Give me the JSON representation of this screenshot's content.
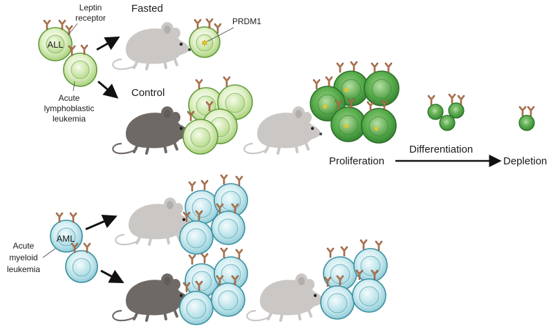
{
  "labels": {
    "leptin_receptor": [
      "Leptin",
      "receptor"
    ],
    "all": "ALL",
    "all_full": [
      "Acute",
      "lymphoblastic",
      "leukemia"
    ],
    "fasted": "Fasted",
    "prdm1": "PRDM1",
    "control": "Control",
    "proliferation": "Proliferation",
    "differentiation": "Differentiation",
    "depletion": "Depletion",
    "aml": "AML",
    "aml_full": [
      "Acute",
      "myeloid",
      "leukemia"
    ]
  },
  "colors": {
    "all_cell_fill": "#b6da8a",
    "all_cell_stroke": "#5f9a38",
    "all_dark_fill": "#3d9a3d",
    "aml_cell_fill": "#a9dbe4",
    "aml_cell_stroke": "#3a8fa0",
    "mouse_light": "#c9c6c4",
    "mouse_dark": "#6f6966",
    "receptor": "#a0623a",
    "prdm1_star": "#e8c62a"
  },
  "icons": [
    "receptor-icon",
    "mouse-icon",
    "cell-icon",
    "prdm1-star-icon",
    "arrow-icon"
  ]
}
